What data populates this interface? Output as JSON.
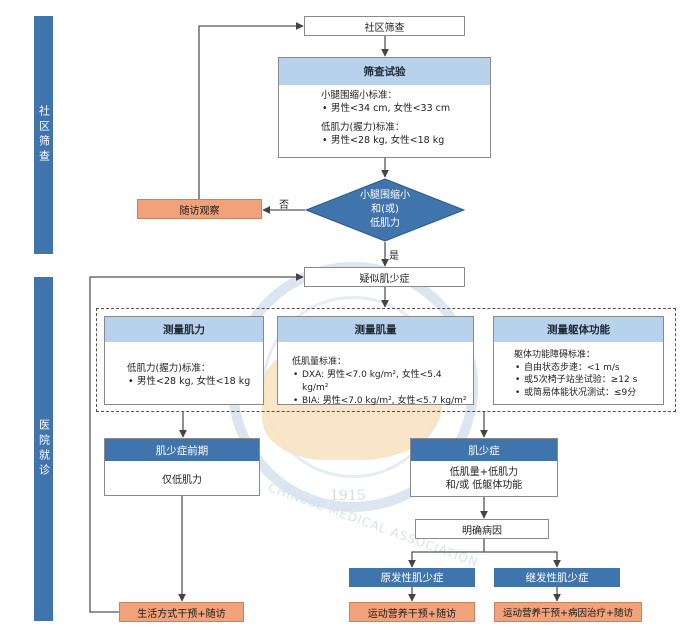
{
  "sidebar": {
    "community": "社区筛查",
    "hospital": "医院就诊"
  },
  "community_screening": {
    "label": "社区筛查"
  },
  "screening_test": {
    "title": "筛查试验",
    "calf_title": "小腿围缩小标准：",
    "calf_values": "男性<34 cm, 女性<33 cm",
    "grip_title": "低肌力(握力)标准：",
    "grip_values": "男性<28 kg, 女性<18 kg"
  },
  "decision": {
    "line1": "小腿围缩小",
    "line2": "和(或)",
    "line3": "低肌力",
    "no_label": "否",
    "yes_label": "是"
  },
  "follow_up": {
    "label": "随访观察"
  },
  "suspected": {
    "label": "疑似肌少症"
  },
  "muscle_strength": {
    "title": "测量肌力",
    "line1": "低肌力(握力)标准：",
    "line2": "男性<28 kg, 女性<18 kg"
  },
  "muscle_mass": {
    "title": "测量肌量",
    "line1": "低肌量标准：",
    "line2": "DXA: 男性<7.0 kg/m², 女性<5.4 kg/m²",
    "line3": "BIA: 男性<7.0 kg/m², 女性<5.7 kg/m²"
  },
  "physical_function": {
    "title": "测量躯体功能",
    "line1": "躯体功能障碍标准：",
    "line2": "自由状态步速：<1 m/s",
    "line3": "或5次椅子站坐试验：≥12 s",
    "line4": "或简易体能状况测试：≤9分"
  },
  "pre_sarcopenia": {
    "title": "肌少症前期",
    "body": "仅低肌力"
  },
  "sarcopenia": {
    "title": "肌少症",
    "body1": "低肌量+低肌力",
    "body2": "和/或 低躯体功能"
  },
  "cause": {
    "label": "明确病因"
  },
  "primary": {
    "label": "原发性肌少症"
  },
  "secondary": {
    "label": "继发性肌少症"
  },
  "out_lifestyle": {
    "label": "生活方式干预+随访"
  },
  "out_primary": {
    "label": "运动营养干预+随访"
  },
  "out_secondary": {
    "label": "运动营养干预+病因治疗+随访"
  },
  "watermark": {
    "year": "1915",
    "text": "CHINESE MEDICAL ASSOCIATION"
  },
  "colors": {
    "sidebar": "#3f74ac",
    "header_light": "#b9d2ec",
    "orange": "#f2a27a",
    "diamond": "#3f74ac"
  }
}
